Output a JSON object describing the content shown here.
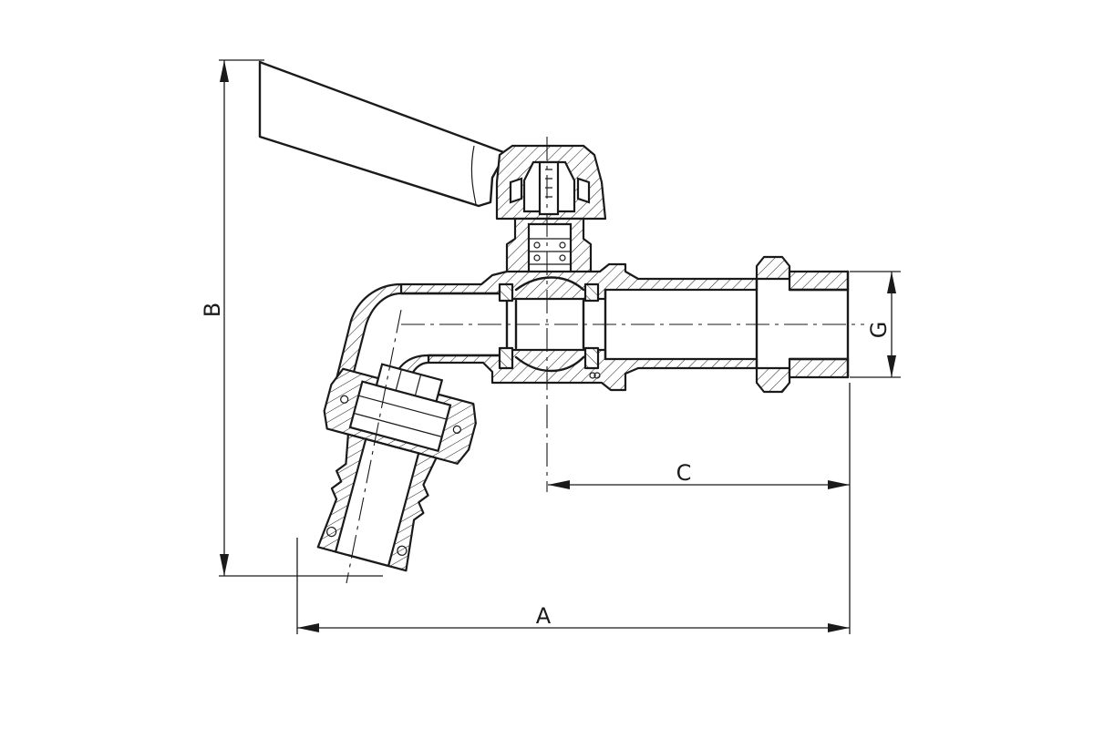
{
  "dimensions": {
    "a": "A",
    "b": "B",
    "c": "C",
    "g": "G"
  }
}
